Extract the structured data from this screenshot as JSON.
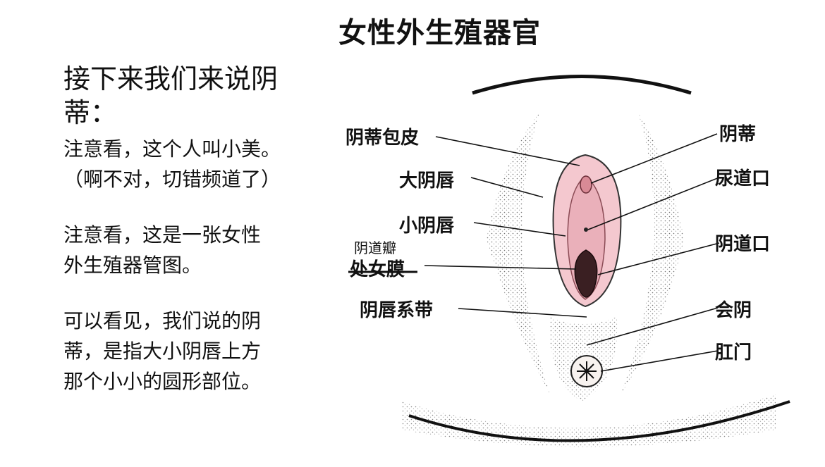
{
  "title": "女性外生殖器官",
  "left": {
    "heading": "接下来我们来说阴蒂：",
    "p1": [
      "注意看，这个人叫小美。",
      "（啊不对，切错频道了）"
    ],
    "p2": [
      "注意看，这是一张女性",
      "外生殖器管图。"
    ],
    "p3": [
      "可以看见，我们说的阴",
      "蒂，是指大小阴唇上方",
      "那个小小的圆形部位。"
    ]
  },
  "labels": {
    "hood": "阴蒂包皮",
    "labia_major": "大阴唇",
    "labia_minor": "小阴唇",
    "annotation": "阴道瓣",
    "hymen": "处女膜",
    "frenulum": "阴唇系带",
    "clitoris": "阴蒂",
    "urethra": "尿道口",
    "vaginal_opening": "阴道口",
    "perineum": "会阴",
    "anus": "肛门"
  },
  "colors": {
    "tissue": "#f4c8cf",
    "tissue_dark": "#d98a96",
    "ink": "#111111"
  }
}
